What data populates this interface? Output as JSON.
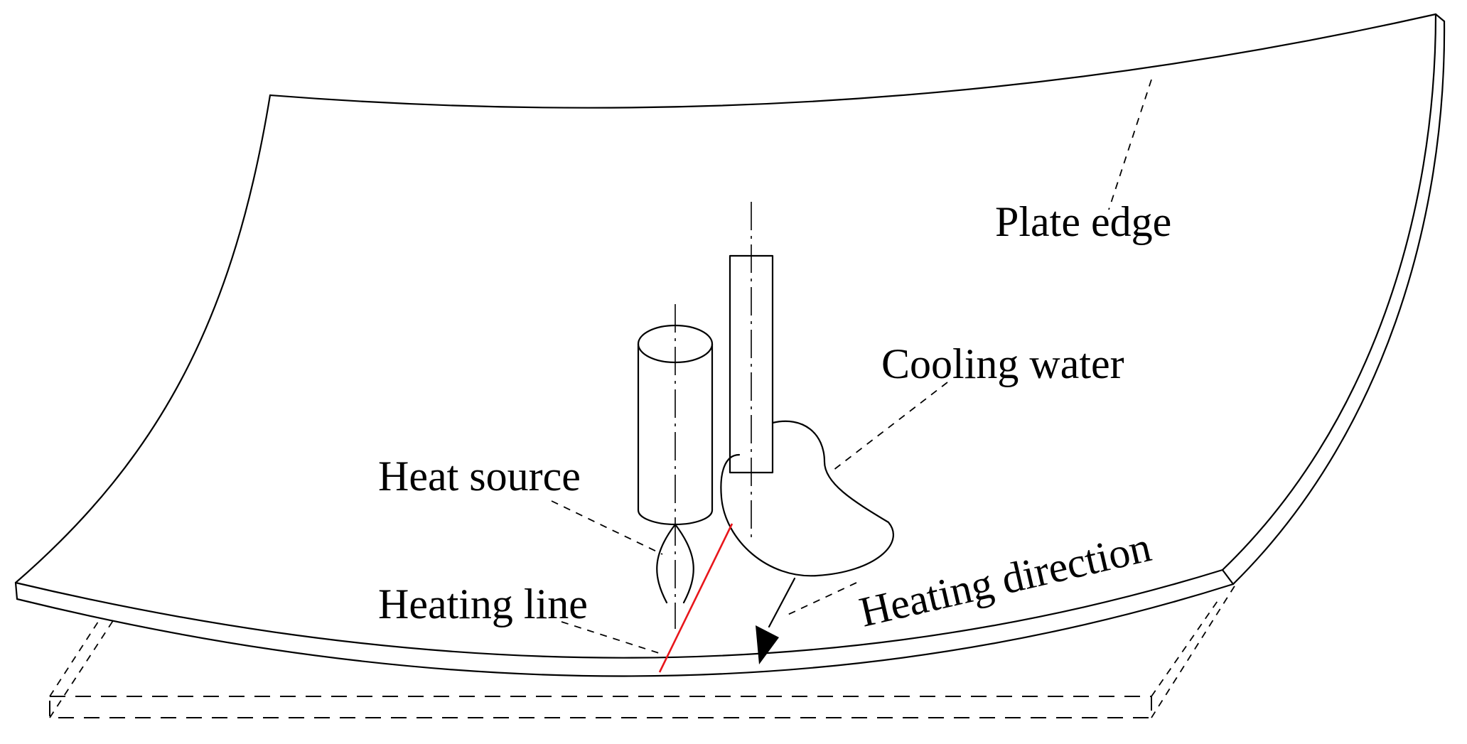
{
  "diagram": {
    "labels": {
      "plate_edge": "Plate edge",
      "cooling_water": "Cooling water",
      "heat_source": "Heat source",
      "heating_line": "Heating line",
      "heating_direction": "Heating direction"
    },
    "colors": {
      "line": "#000000",
      "heating_line": "#e8161b",
      "background": "#ffffff"
    }
  }
}
